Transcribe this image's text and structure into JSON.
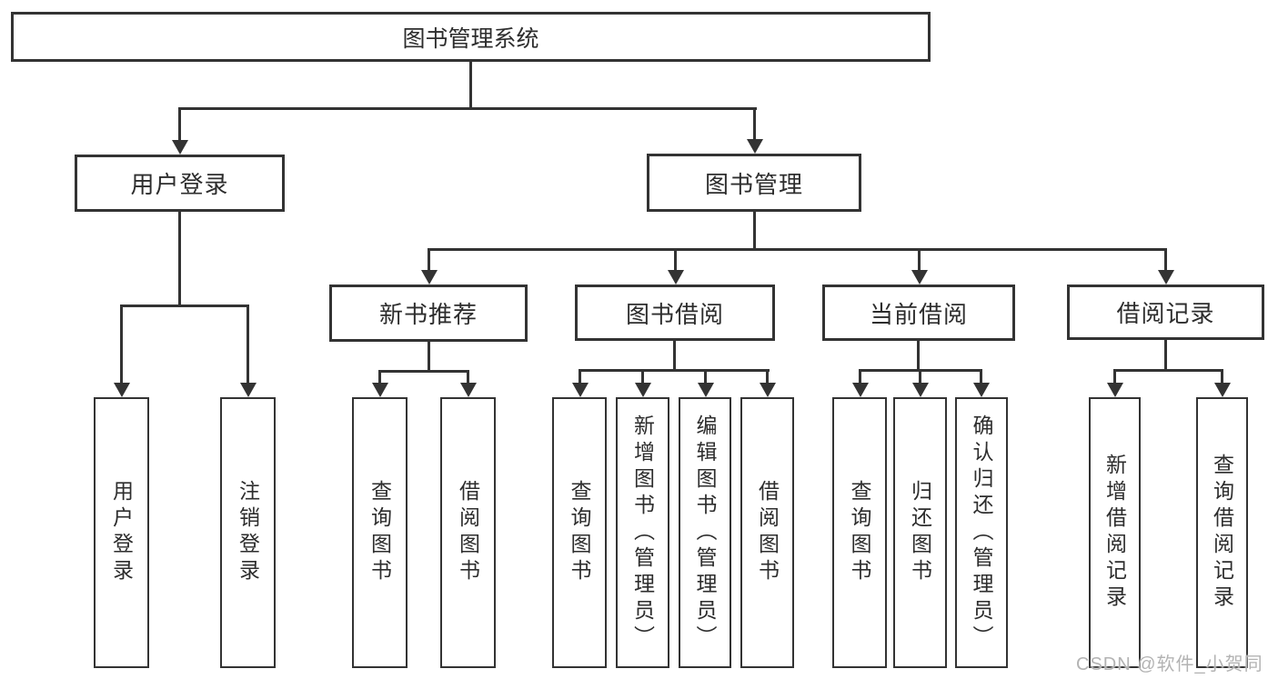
{
  "tree": {
    "root": "图书管理系统",
    "children": [
      {
        "label": "用户登录",
        "children": [
          "用户登录",
          "注销登录"
        ]
      },
      {
        "label": "图书管理",
        "children": [
          {
            "label": "新书推荐",
            "children": [
              "查询图书",
              "借阅图书"
            ]
          },
          {
            "label": "图书借阅",
            "children": [
              "查询图书",
              "新增图书（管理员）",
              "编辑图书（管理员）",
              "借阅图书"
            ]
          },
          {
            "label": "当前借阅",
            "children": [
              "查询图书",
              "归还图书",
              "确认归还（管理员）"
            ]
          },
          {
            "label": "借阅记录",
            "children": [
              "新增借阅记录",
              "查询借阅记录"
            ]
          }
        ]
      }
    ]
  },
  "watermark": "CSDN @软件_小贺同学",
  "colors": {
    "line": "#333333",
    "text": "#2d2d2d",
    "background": "#ffffff",
    "watermark": "#b3b3b3"
  }
}
